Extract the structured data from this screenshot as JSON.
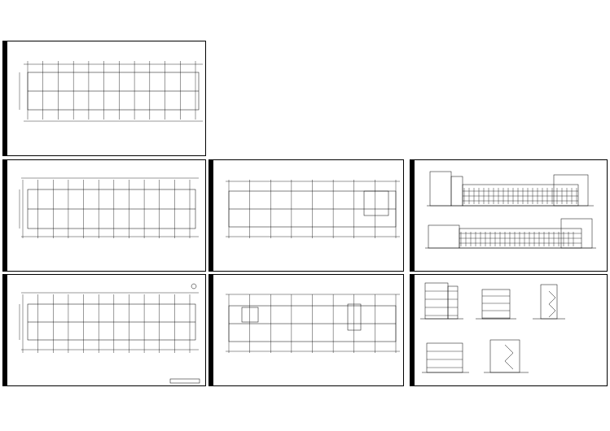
{
  "sheets": [
    {
      "id": "s1",
      "caption": "",
      "kind": "plan"
    },
    {
      "id": "s2",
      "caption": "",
      "kind": "plan"
    },
    {
      "id": "s3",
      "caption": "",
      "kind": "grid"
    },
    {
      "id": "s4",
      "caption": "",
      "kind": "elevation"
    },
    {
      "id": "s5",
      "caption": "",
      "kind": "plan"
    },
    {
      "id": "s6",
      "caption": "",
      "kind": "grid"
    },
    {
      "id": "s7",
      "caption": "",
      "kind": "section"
    }
  ],
  "colors": {
    "line": "#000000",
    "paper": "#ffffff",
    "titlebar": "#000000"
  }
}
